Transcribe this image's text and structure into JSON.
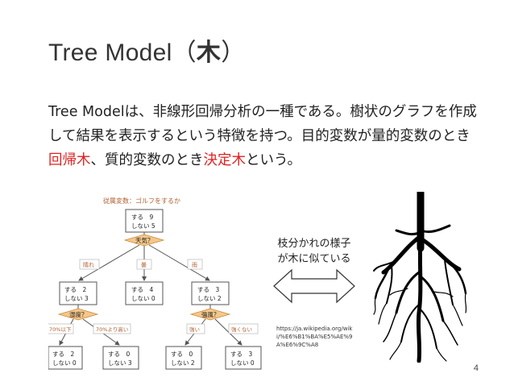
{
  "slide": {
    "title_prefix": "Tree Model（",
    "title_kanji": "木",
    "title_suffix": "）",
    "body_part1": "Tree Modelは、非線形回帰分析の一種である。樹状のグラフを作成して結果を表示するという特徴を持つ。目的変数が量的変数のとき",
    "body_red1": "回帰木",
    "body_part2": "、質的変数のとき",
    "body_red2": "決定木",
    "body_part3": "という。",
    "annotation_line1": "枝分かれの様子",
    "annotation_line2": "が木に似ている",
    "source_url": "https://ja.wikipedia.org/wiki/%E6%B1%BA%E5%AE%9A%E6%9C%A8",
    "page_number": "4"
  },
  "tree_diagram": {
    "header": "従属変数：ゴルフをするか",
    "root": {
      "line1": "する　9",
      "line2": "しない 5"
    },
    "root_split": "天気？",
    "branch_labels": [
      "晴れ",
      "曇",
      "雨"
    ],
    "left_node": {
      "line1": "する　2",
      "line2": "しない 3"
    },
    "mid_node": {
      "line1": "する　4",
      "line2": "しない 0"
    },
    "right_node": {
      "line1": "する　3",
      "line2": "しない 2"
    },
    "left_split": "湿度？",
    "right_split": "強風？",
    "left_branch_labels": [
      "70%以下",
      "70%より高い"
    ],
    "right_branch_labels": [
      "強い",
      "強くない"
    ],
    "leaves": [
      {
        "line1": "する　2",
        "line2": "しない 0"
      },
      {
        "line1": "する　0",
        "line2": "しない 3"
      },
      {
        "line1": "する　0",
        "line2": "しない 2"
      },
      {
        "line1": "する　3",
        "line2": "しない 0"
      }
    ],
    "colors": {
      "split_fill": "#f5c78a",
      "split_stroke": "#c98a3a",
      "label_text": "#b06030",
      "node_stroke": "#555555"
    }
  }
}
